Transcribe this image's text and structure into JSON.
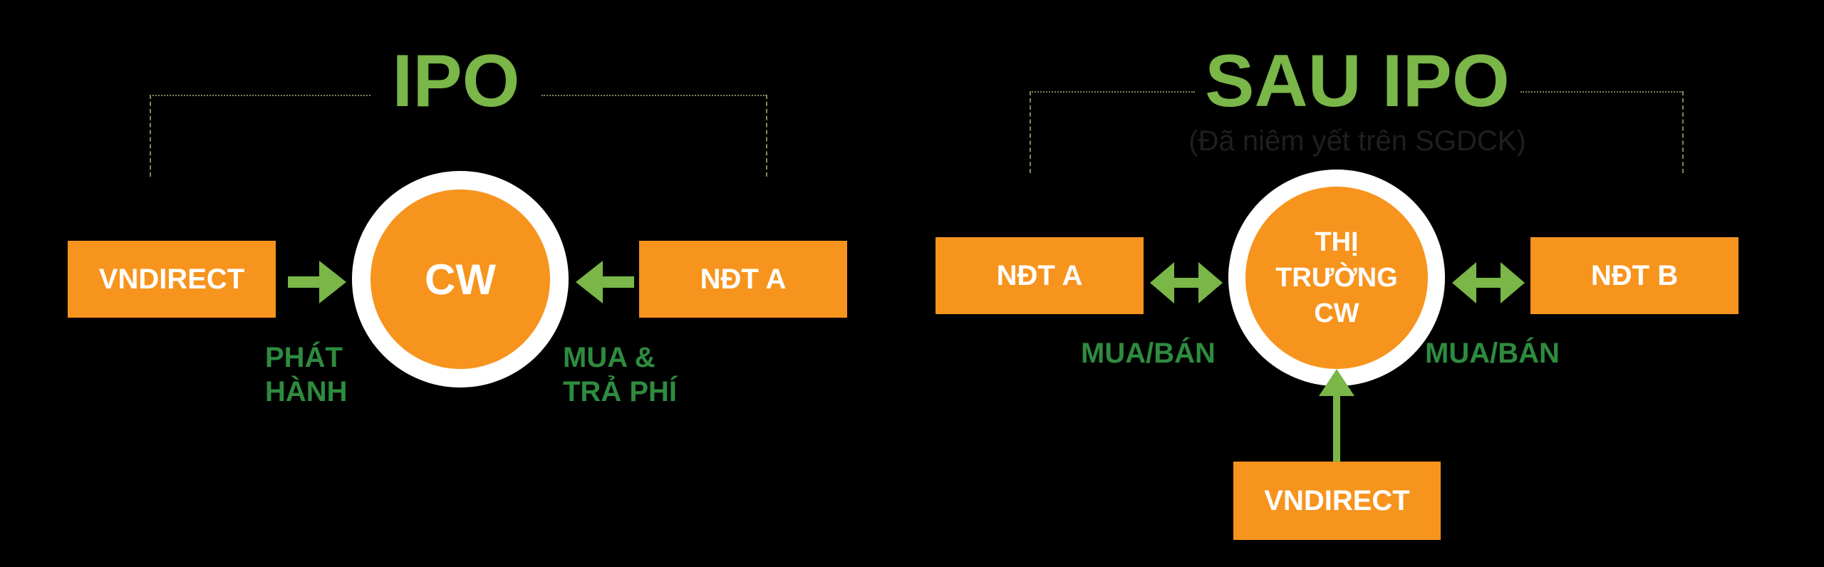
{
  "colors": {
    "background": "#000000",
    "title_green": "#7ab648",
    "label_green": "#2e8b3e",
    "box_orange": "#f7941d",
    "ring_white": "#ffffff",
    "text_white": "#ffffff"
  },
  "ipo": {
    "title": "IPO",
    "issuer_box": "VNDIRECT",
    "center": "CW",
    "investor_box": "NĐT A",
    "left_label_line1": "PHÁT",
    "left_label_line2": "HÀNH",
    "right_label_line1": "MUA &",
    "right_label_line2": "TRẢ PHÍ",
    "arrows": [
      "issuer-to-cw",
      "investor-to-cw"
    ]
  },
  "post_ipo": {
    "title": "SAU IPO",
    "subtitle": "(Đã niêm yết trên SGDCK)",
    "left_box": "NĐT A",
    "right_box": "NĐT B",
    "bottom_box": "VNDIRECT",
    "center_line1": "THỊ",
    "center_line2": "TRƯỜNG",
    "center_line3": "CW",
    "left_label": "MUA/BÁN",
    "right_label": "MUA/BÁN",
    "arrows": [
      "left-bidirectional",
      "right-bidirectional",
      "bottom-up"
    ]
  }
}
